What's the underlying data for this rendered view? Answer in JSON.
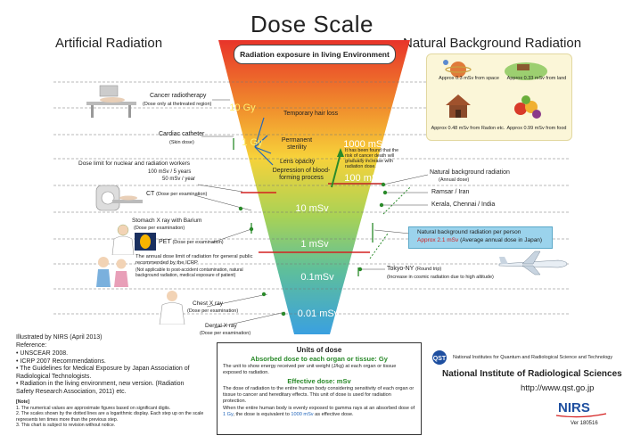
{
  "title": "Dose Scale",
  "left_title": "Artificial Radiation",
  "right_title": "Natural Background Radiation",
  "funnel_header": "Radiation exposure in living Environment",
  "levels": [
    "10 Gy",
    "1 Gy",
    "1000 mSv",
    "100 mSv",
    "10 mSv",
    "1 mSv",
    "0.1mSv",
    "0.01 mSv"
  ],
  "effects": [
    "Temporary hair loss",
    "Permanent sterility",
    "Lens opacity",
    "Depression of blood-forming process"
  ],
  "risk_note": "It has been found that the risk of cancer death will gradually increase with radiation dose.",
  "artificial": {
    "cancer": "Cancer radiotherapy",
    "cancer_sub": "(Dose only at thetreated region)",
    "cardiac": "Cardiac catheter",
    "cardiac_sub": "(Skin dose)",
    "workers": "Dose limit for nuclear and radiation workers",
    "workers_a": "100 mSv / 5 years",
    "workers_b": "50 mSv / year",
    "ct": "CT",
    "ct_sub": "(Dose per examination)",
    "stomach": "Stomach X ray with Barium",
    "stomach_sub": "(Dose per examination)",
    "pet": "PET",
    "pet_sub": "(Dose per examination)",
    "public": "The annual dose limit of radiation for general public recommended by the ICRP",
    "public_sub": "(Not applicable to post-accident contamination, natural background radiation, medical exposure of patient)",
    "chest": "Chest X ray",
    "chest_sub": "(Dose per examination)",
    "dental": "Dental X ray",
    "dental_sub": "(Dose per examination)"
  },
  "natural": {
    "space": "Approx 0.3 mSv from space",
    "land": "Approx 0.33 mSv from land",
    "radon": "Approx 0.48 mSv from Radon etc.",
    "food": "Approx 0.99 mSv from food",
    "annual": "Natural background radiation",
    "annual_sub": "(Annual dose)",
    "ramsar": "Ramsar / Iran",
    "kerala": "Kerala, Chennai / India",
    "per_person": "Natural background radiation per person",
    "per_person_val": "Approx 2.1 mSv",
    "per_person_note": "(Average annual dose in Japan)",
    "flight": "Tokyo-NY",
    "flight_tag": "(Round trip)",
    "flight_sub": "(Increase in cosmic radiation due to high altitude)"
  },
  "refs": {
    "illustrated": "Illustrated by NIRS (April 2013)",
    "reference": "Reference:",
    "items": [
      "UNSCEAR 2008.",
      "ICRP 2007 Recommendations.",
      "The Guidelines for Medical Exposure by Japan Association of Radiological Technologists.",
      "Radiation in the living environment, new version. (Radiation Safety Research Association, 2011)"
    ],
    "etc": "etc.",
    "note_title": "[Note]",
    "notes": [
      "1. The numerical values are approximate figures based on significant digits.",
      "2. The scales shown by the dotted lines are a logarithmic display. Each step up on the scale represents ten times more than the previous step.",
      "3. This chart is subject to revision without notice."
    ]
  },
  "units": {
    "heading": "Units of dose",
    "gy_heading": "Absorbed dose to each organ or tissue: Gy",
    "gy_text": "The unit to show energy received per unit weight (J/kg) at each organ or tissue exposed to radiation.",
    "sv_heading": "Effective dose: mSv",
    "sv_text": "The dose of radiation to the entire human body considering sensitivity of each organ or tissue to cancer and hereditary effects. This unit of dose is used for radiation protection.",
    "conv_a": "When the entire human body is evenly exposed to gamma rays at an absorbed dose of ",
    "conv_gy": "1 Gy",
    "conv_b": ", the dose is equivalent to ",
    "conv_sv": "1000 mSv",
    "conv_c": " as effective dose."
  },
  "org": {
    "logo": "QST",
    "small_name": "National Institutes for Quantum and Radiological Science and Technology",
    "name": "National Institute of Radiological Sciences",
    "url": "http://www.qst.go.jp",
    "nirs": "NIRS",
    "version": "Ver 180516"
  },
  "colors": {
    "funnel_top": "#e8342a",
    "funnel_mid": "#f7d23a",
    "funnel_low": "#86c766",
    "funnel_bottom": "#3aa0e0",
    "nat_box": "#fbf6d8",
    "highlight": "#9bd3ec"
  }
}
